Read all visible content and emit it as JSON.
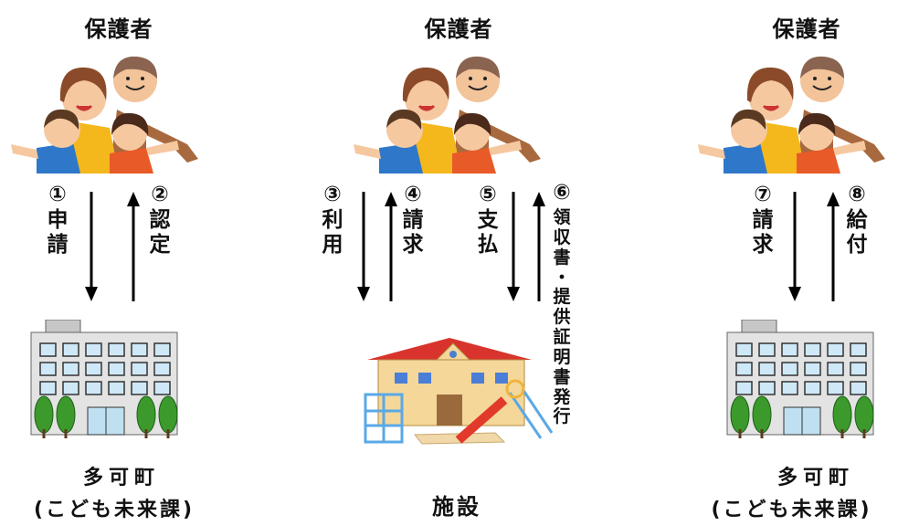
{
  "columns": [
    {
      "guardian_label": "保護者",
      "steps": [
        {
          "number": "①",
          "text": "申\n請",
          "direction": "down"
        },
        {
          "number": "②",
          "text": "認\n定",
          "direction": "up"
        }
      ],
      "bottom_label": "多可町",
      "bottom_sub": "(こども未来課)"
    },
    {
      "guardian_label": "保護者",
      "steps": [
        {
          "number": "③",
          "text": "利\n用",
          "direction": "down"
        },
        {
          "number": "④",
          "text": "請\n求",
          "direction": "up"
        },
        {
          "number": "⑤",
          "text": "支\n払",
          "direction": "down"
        },
        {
          "number": "⑥",
          "text": "領\n収\n書\n・\n提\n供\n証\n明\n書\n発\n行",
          "direction": "up"
        }
      ],
      "bottom_label": "施設"
    },
    {
      "guardian_label": "保護者",
      "steps": [
        {
          "number": "⑦",
          "text": "請\n求",
          "direction": "down"
        },
        {
          "number": "⑧",
          "text": "給\n付",
          "direction": "up"
        }
      ],
      "bottom_label": "多可町",
      "bottom_sub": "(こども未来課)"
    }
  ],
  "icons": {
    "family": "family-illustration-icon",
    "townhall": "town-hall-building-icon",
    "facility": "kindergarten-facility-icon"
  }
}
